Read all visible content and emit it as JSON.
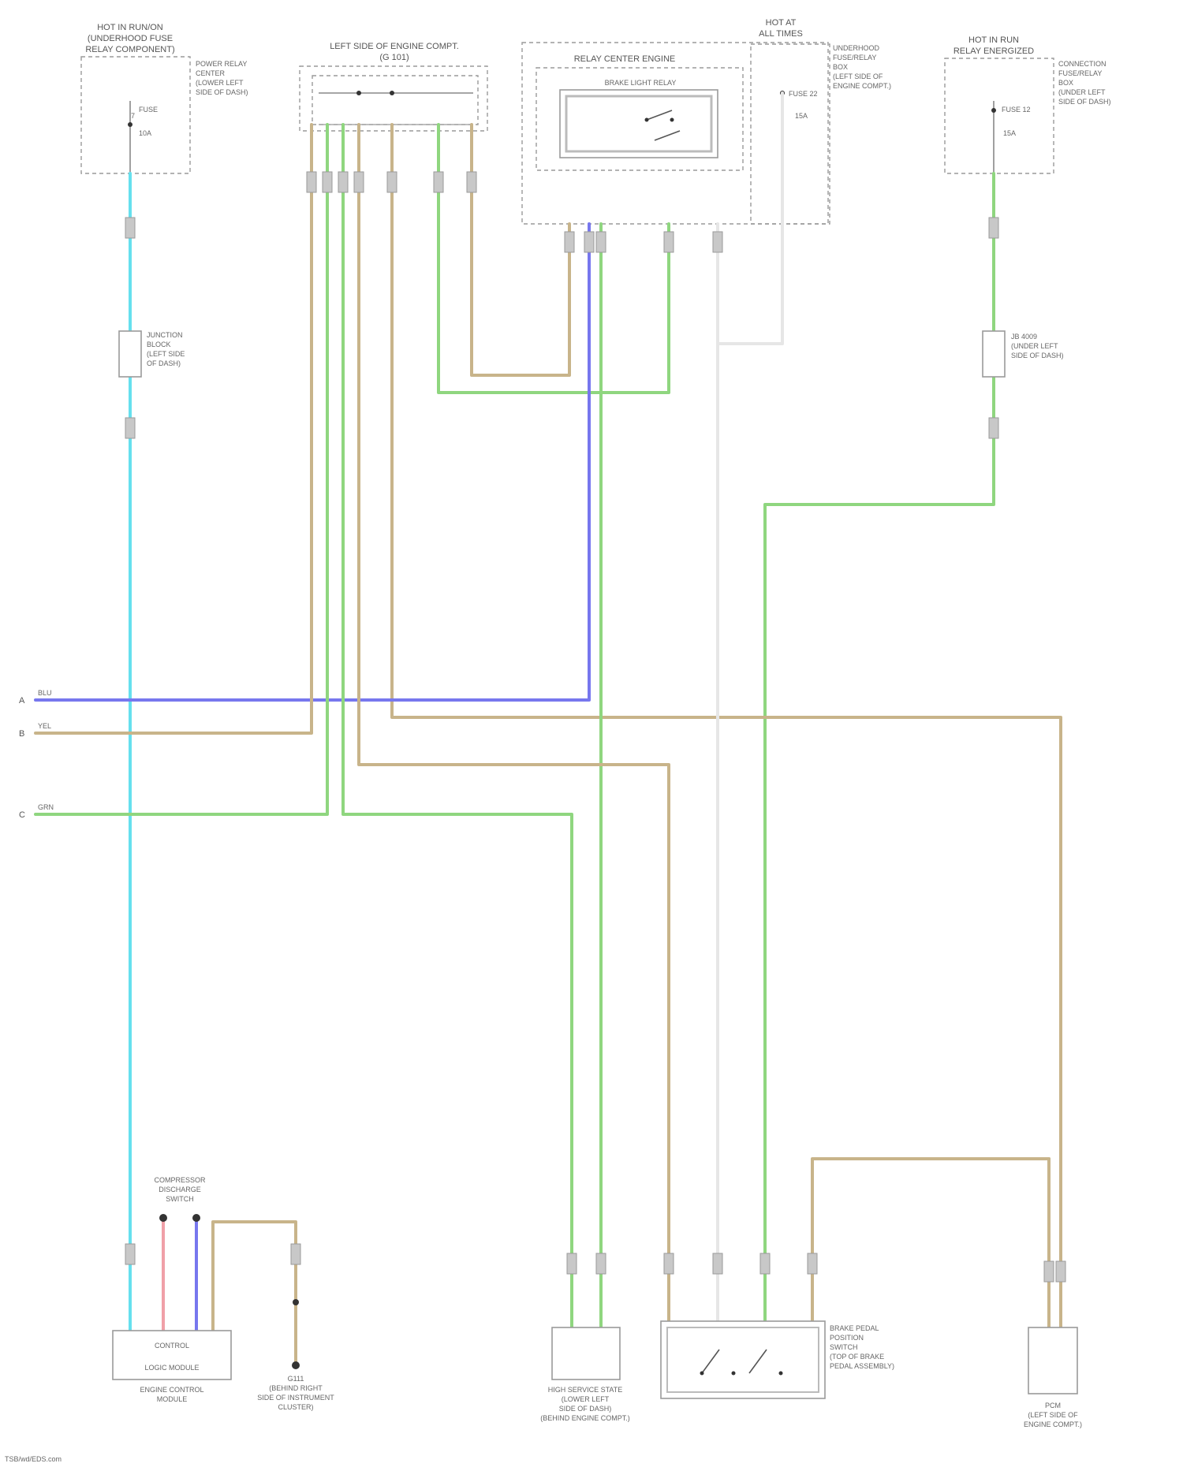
{
  "colors": {
    "light_blue": "#66e0ee",
    "green": "#8fd67f",
    "tan": "#c8b48a",
    "blue": "#7777ee",
    "pink": "#f0a0a8",
    "white_wire": "#e6e6e6",
    "frame": "#9a9a9a",
    "text": "#555555"
  },
  "components": {
    "hot_relay_left": {
      "title": [
        "HOT IN RUN/ON",
        "(UNDERHOOD FUSE",
        "RELAY COMPONENT)"
      ],
      "note": [
        "POWER RELAY",
        "CENTER",
        "(LOWER LEFT",
        "SIDE OF DASH)"
      ],
      "fuse": [
        "FUSE",
        "7",
        "10A"
      ]
    },
    "engine_ground_center": {
      "title": [
        "LEFT SIDE OF ENGINE COMPT.",
        "(G 101)"
      ]
    },
    "relay_center": {
      "title": "RELAY CENTER ENGINE",
      "relay": "BRAKE LIGHT RELAY"
    },
    "hot_at_all_times": {
      "title": [
        "HOT AT",
        "ALL TIMES"
      ],
      "note": [
        "UNDERHOOD",
        "FUSE/RELAY",
        "BOX",
        "(LEFT SIDE OF",
        "ENGINE COMPT.)"
      ],
      "fuse": [
        "FUSE 22",
        "15A"
      ]
    },
    "hot_relay_right": {
      "title": [
        "HOT IN RUN",
        "RELAY ENERGIZED"
      ],
      "note": [
        "CONNECTION",
        "FUSE/RELAY",
        "BOX",
        "(UNDER LEFT",
        "SIDE OF DASH)"
      ],
      "fuse": [
        "FUSE 12",
        "15A"
      ]
    },
    "junction_left": {
      "text": [
        "JUNCTION",
        "BLOCK",
        "(LEFT SIDE",
        "OF DASH)"
      ]
    },
    "junction_right": {
      "text": [
        "JB 4009",
        "(UNDER LEFT",
        "SIDE OF DASH)"
      ]
    },
    "compressor_switch": {
      "title": [
        "COMPRESSOR",
        "DISCHARGE",
        "SWITCH"
      ]
    },
    "engine_control_module": {
      "body": [
        "CONTROL",
        "LOGIC MODULE"
      ],
      "label": [
        "ENGINE CONTROL",
        "MODULE"
      ]
    },
    "ground_bottom": {
      "label": [
        "G111",
        "(BEHIND RIGHT",
        "SIDE OF INSTRUMENT",
        "CLUSTER)"
      ]
    },
    "hsi_module": {
      "label": [
        "HIGH SERVICE STATE",
        "(LOWER LEFT",
        "SIDE OF DASH)",
        "(BEHIND ENGINE COMPT.)"
      ]
    },
    "brake_pedal_switch": {
      "label": [
        "BRAKE PEDAL",
        "POSITION",
        "SWITCH",
        "(TOP OF BRAKE",
        "PEDAL ASSEMBLY)"
      ]
    },
    "pcm": {
      "label": [
        "PCM",
        "(LEFT SIDE OF",
        "ENGINE COMPT.)"
      ]
    }
  },
  "offpage_refs": [
    {
      "letter": "A",
      "wire": "BLU"
    },
    {
      "letter": "B",
      "wire": "YEL"
    },
    {
      "letter": "C",
      "wire": "GRN"
    }
  ],
  "footer": "TSB/wd/EDS.com"
}
